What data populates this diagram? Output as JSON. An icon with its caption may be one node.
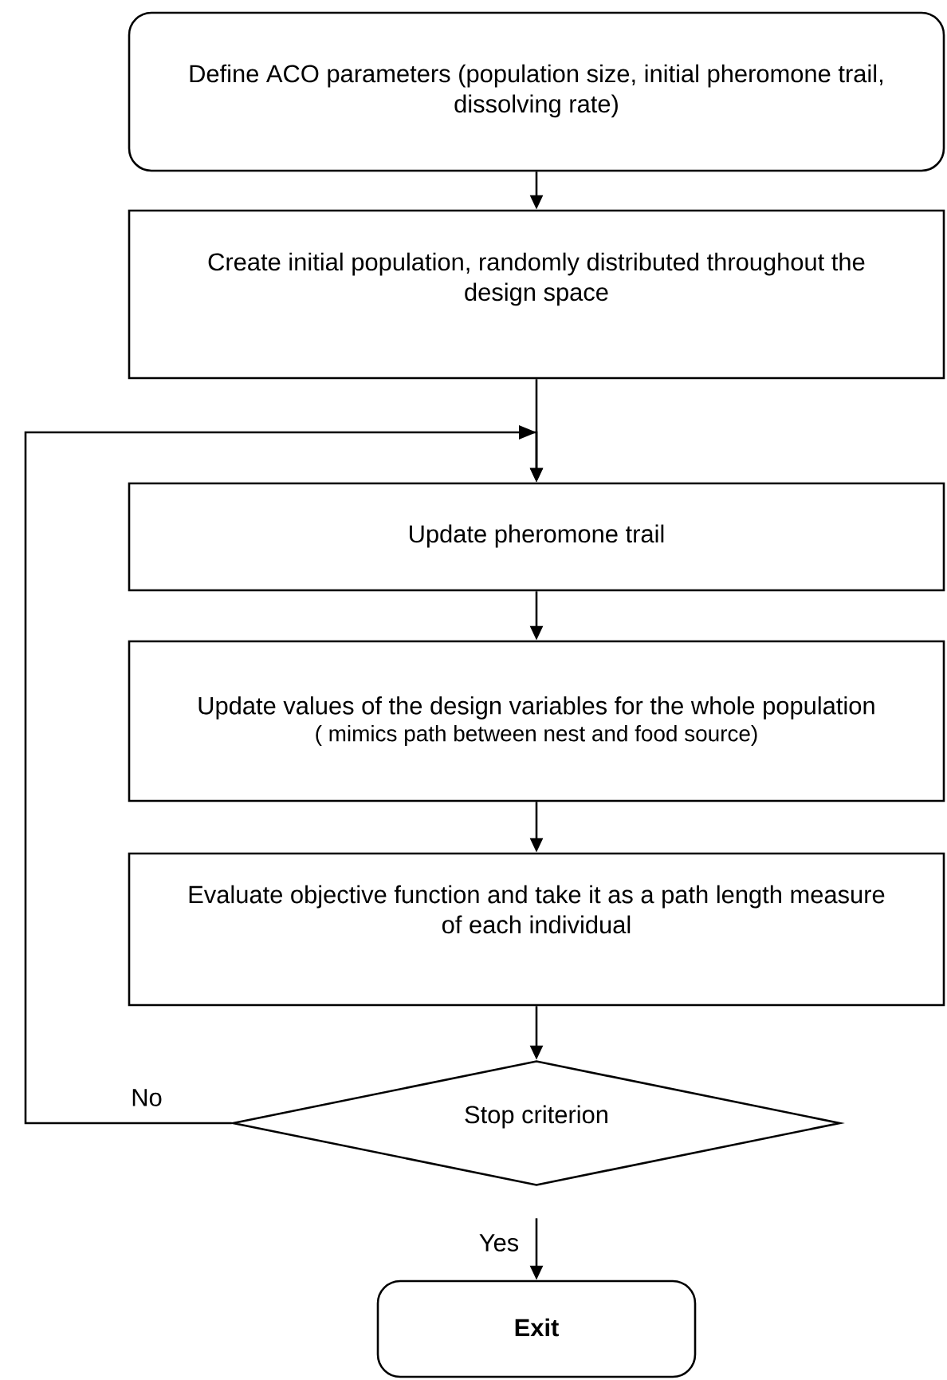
{
  "diagram": {
    "nodes": [
      {
        "text": [
          "Define ACO parameters (population size, initial pheromone trail, dissolving rate)"
        ]
      },
      {
        "text": [
          "Create initial population, randomly distributed throughout the design space"
        ]
      },
      {
        "text": [
          "Update pheromone trail"
        ]
      },
      {
        "text": [
          "Update values of the design variables for the whole population",
          "( mimics path between nest and food source)"
        ]
      },
      {
        "text": [
          "Evaluate objective function and take it as a path length measure of each individual"
        ]
      },
      {
        "text": [
          "Stop criterion"
        ]
      },
      {
        "text": [
          "Exit"
        ]
      }
    ],
    "edges": [
      {
        "from": 0,
        "to": 1,
        "arrow": "to"
      },
      {
        "from": 1,
        "to": 2,
        "arrow": "to"
      },
      {
        "from": 2,
        "to": 3,
        "arrow": "to"
      },
      {
        "from": 3,
        "to": 4,
        "arrow": "to"
      },
      {
        "from": 4,
        "to": 5,
        "arrow": "to"
      },
      {
        "from": 5,
        "to": 2,
        "arrow": "to",
        "label": "No"
      },
      {
        "from": 5,
        "to": 6,
        "arrow": "to",
        "label": "Yes"
      }
    ]
  }
}
